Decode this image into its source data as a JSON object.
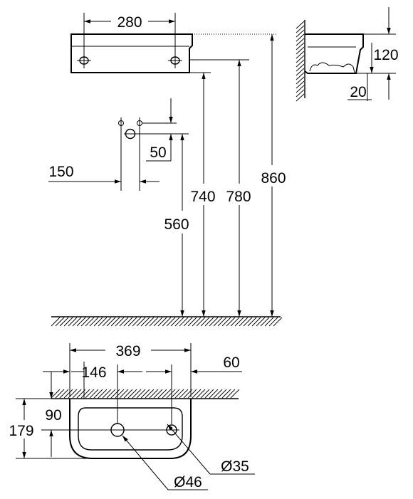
{
  "dimensions": {
    "mount_hole_spacing": "280",
    "height_860": "860",
    "height_780": "780",
    "height_740": "740",
    "height_560": "560",
    "drain_offset_50": "50",
    "tap_spacing_150": "150",
    "side_depth_120": "120",
    "side_wall_20": "20",
    "basin_width": "369",
    "drain_from_left": "146",
    "tap_from_right": "60",
    "basin_depth": "179",
    "drain_depth": "90",
    "tap_hole_diameter": "Ø35",
    "drain_hole_diameter": "Ø46"
  }
}
